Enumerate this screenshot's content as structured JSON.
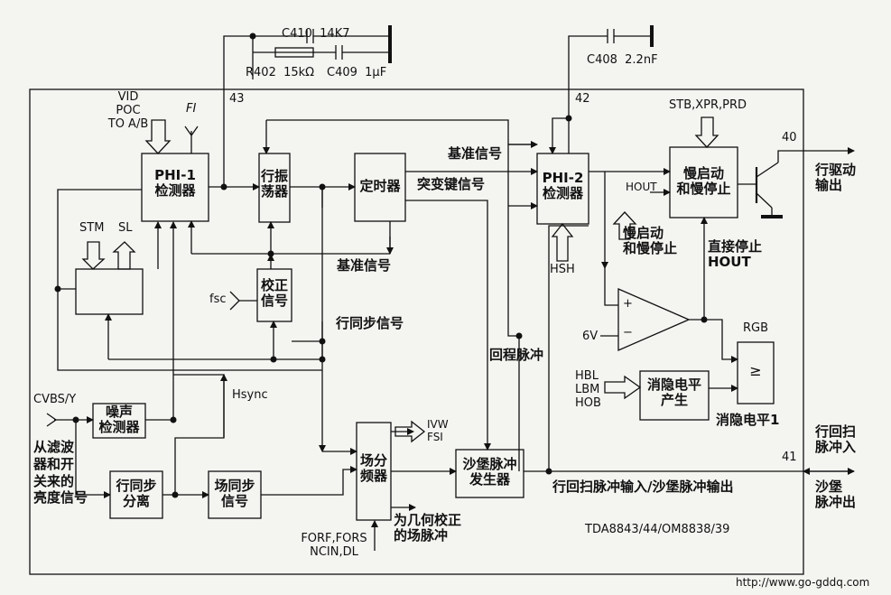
{
  "capacitors": {
    "c410": "C410  14K7",
    "r402": "R402  15kΩ",
    "c409": "C409  1μF",
    "c408": "C408  2.2nF"
  },
  "pins": {
    "p43": "43",
    "p42": "42",
    "p40": "40",
    "p41": "41"
  },
  "blocks": {
    "phi1": "PHI-1\n检测器",
    "osc": "行振\n荡器",
    "timer": "定时器",
    "phi2": "PHI-2\n检测器",
    "softstart": "慢启动\n和慢停止",
    "correction": "校正\n信号",
    "noise": "噪声\n检测器",
    "hsep": "行同步\n分离",
    "vsync": "场同步\n信号",
    "vdiv": "场分\n频器",
    "sandcastle": "沙堡脉冲\n发生器",
    "blank": "消隐电平\n产生",
    "compare": "≥"
  },
  "labels": {
    "vid": "VID\nPOC\nTO A/B",
    "fi": "FI",
    "stm": "STM",
    "sl": "SL",
    "ref1": "基准信号",
    "keying": "突变键信号",
    "ref2": "基准信号",
    "fsc": "fsc",
    "hsync_sig": "行同步信号",
    "flyback": "回程脉冲",
    "hsh": "HSH",
    "stb": "STB,XPR,PRD",
    "hout1": "HOUT",
    "softstop": "慢启动\n和慢停止",
    "directstop": "直接停止\nHOUT",
    "v6": "6V",
    "plus": "+",
    "minus": "−",
    "rgb": "RGB",
    "hbl": "HBL\nLBM\nHOB",
    "blank1": "消隐电平1",
    "cvbs": "CVBS/Y",
    "source": "从滤波\n器和开\n关来的\n亮度信号",
    "hsync": "Hsync",
    "ivw": "IVW\nFSI",
    "forf": "FORF,FORS\nNCIN,DL",
    "geometry": "为几何校正\n的场脉冲",
    "hdrive": "行驱动\n输出",
    "flyback_in": "行回扫\n脉冲入",
    "sandcastle_out": "沙堡\n脉冲出",
    "pin41_io": "行回扫脉冲输入/沙堡脉冲输出",
    "chip": "TDA8843/44/OM8838/39",
    "url": "http://www.go-gddq.com"
  }
}
